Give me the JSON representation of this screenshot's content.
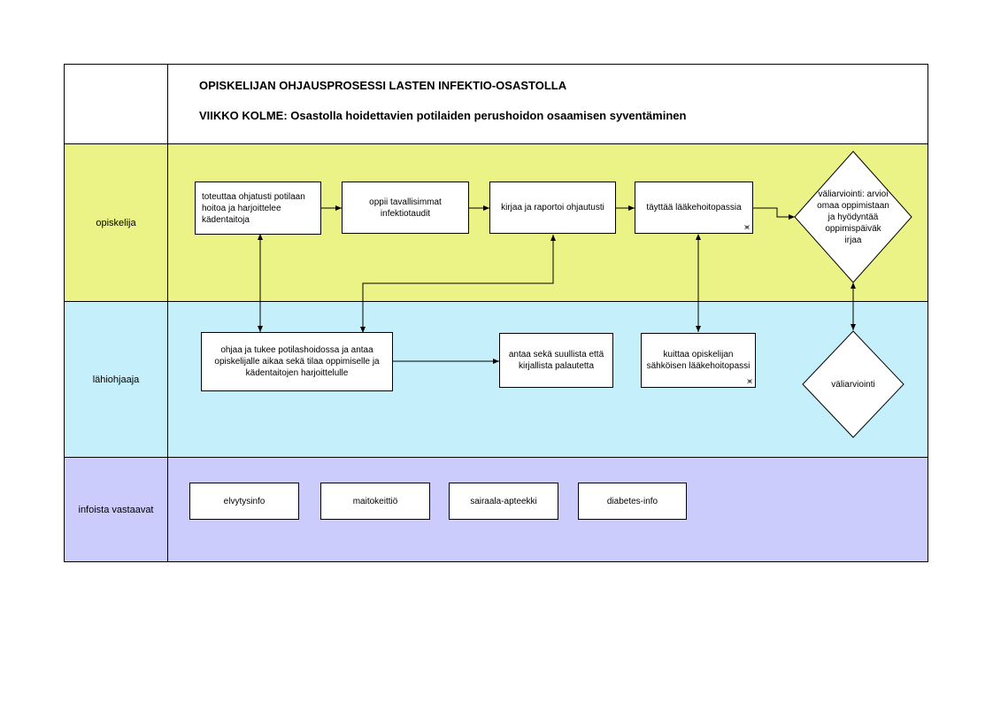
{
  "title": {
    "line1": "OPISKELIJAN OHJAUSPROSESSI LASTEN INFEKTIO-OSASTOLLA",
    "line2": "VIIKKO KOLME: Osastolla hoidettavien potilaiden perushoidon osaamisen syventäminen"
  },
  "lanes": {
    "opiskelija": "opiskelija",
    "lahiohjaaja": "lähiohjaaja",
    "infot": "infoista vastaavat"
  },
  "opiskelija_steps": {
    "s1": "toteuttaa ohjatusti potilaan hoitoa ja harjoittelee kädentaitoja",
    "s2": "oppii tavallisimmat infektiotaudit",
    "s3": "kirjaa ja raportoi ohjautusti",
    "s4": "täyttää lääkehoitopassia",
    "decision": "väliarviointi: arvioi omaa oppimistaan ja hyödyntää oppimispäiväk irjaa"
  },
  "lahiohjaaja_steps": {
    "s1": "ohjaa ja tukee potilashoidossa ja antaa opiskelijalle aikaa sekä tilaa oppimiselle ja kädentaitojen harjoittelulle",
    "s2": "antaa sekä suullista että kirjallista palautetta",
    "s3": "kuittaa opiskelijan sähköisen lääkehoitopassi",
    "decision": "väliarviointi"
  },
  "infot": {
    "i1": "elvytysinfo",
    "i2": "maitokeittiö",
    "i3": "sairaala-apteekki",
    "i4": "diabetes-info"
  },
  "colors": {
    "opiskelija_lane": "#ecf386",
    "lahiohjaaja_lane": "#c4effb",
    "info_lane": "#cbcbfc"
  }
}
